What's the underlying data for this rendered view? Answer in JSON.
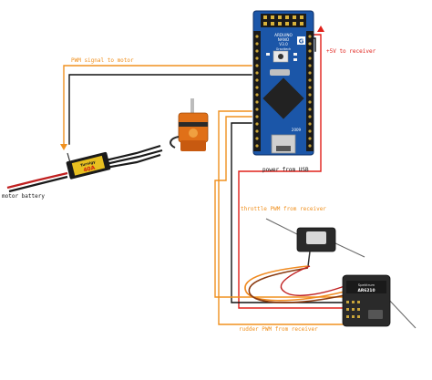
{
  "labels": {
    "pwm_to_motor": "PWM signal to motor",
    "plus5v_to_receiver": "+5V to receiver",
    "power_from_usb": "power from USB",
    "motor_battery": "motor battery",
    "throttle_pwm": "throttle PWM from receiver",
    "rudder_pwm": "rudder PWM from receiver"
  },
  "arduino": {
    "line1": "ARDUINO",
    "line2": "NANO",
    "line3": "V3.0",
    "line4": "Gravitech",
    "line5": "2009"
  },
  "esc": {
    "brand": "Turnigy",
    "rating": "40A"
  },
  "receiver": {
    "brand": "Spektrum",
    "model": "AR6210"
  },
  "colors": {
    "signal_wire": "#f0901e",
    "power_wire": "#e0201a",
    "ground_wire": "#111111",
    "board": "#1b56a8",
    "motor": "#e07018"
  }
}
